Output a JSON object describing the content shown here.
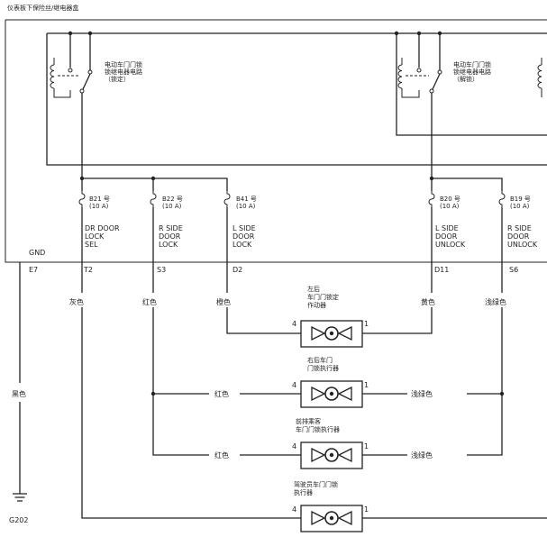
{
  "title": "仪表板下保险丝/继电器盒",
  "relays": [
    {
      "line1": "电动车门门锁",
      "line2": "锁继电器电路",
      "line3": "（锁定）"
    },
    {
      "line1": "电动车门门锁",
      "line2": "锁继电器电路",
      "line3": "（解锁）"
    }
  ],
  "fuses": [
    {
      "number": "B21 号",
      "rating": "(10 A)",
      "desc": [
        "DR DOOR",
        "LOCK",
        "SEL"
      ]
    },
    {
      "number": "B22 号",
      "rating": "(10 A)",
      "desc": [
        "R SIDE",
        "DOOR",
        "LOCK"
      ]
    },
    {
      "number": "B41 号",
      "rating": "(10 A)",
      "desc": [
        "L SIDE",
        "DOOR",
        "LOCK"
      ]
    },
    {
      "number": "B20 号",
      "rating": "(10 A)",
      "desc": [
        "L SIDE",
        "DOOR",
        "UNLOCK"
      ]
    },
    {
      "number": "B19 号",
      "rating": "(10 A)",
      "desc": [
        "R SIDE",
        "DOOR",
        "UNLOCK"
      ]
    }
  ],
  "gnd_label": "GND",
  "terminals": [
    "E7",
    "T2",
    "S3",
    "D2",
    "D11",
    "S6"
  ],
  "wire_colors": {
    "t2": "灰色",
    "s3": "红色",
    "d2": "橙色",
    "d11": "黄色",
    "s6": "浅绿色",
    "e7": "黑色",
    "red": "红色",
    "light_green": "浅绿色"
  },
  "actuators": [
    {
      "lines": [
        "左后",
        "车门门锁定",
        "作动器"
      ],
      "pin_left": "4",
      "pin_right": "1"
    },
    {
      "lines": [
        "右后车门",
        "门锁执行器"
      ],
      "pin_left": "4",
      "pin_right": "1"
    },
    {
      "lines": [
        "前排乘客",
        "车门门锁执行器"
      ],
      "pin_left": "4",
      "pin_right": "1"
    },
    {
      "lines": [
        "驾驶员车门门锁",
        "执行器"
      ],
      "pin_left": "4",
      "pin_right": "1"
    }
  ],
  "ground": "G202"
}
